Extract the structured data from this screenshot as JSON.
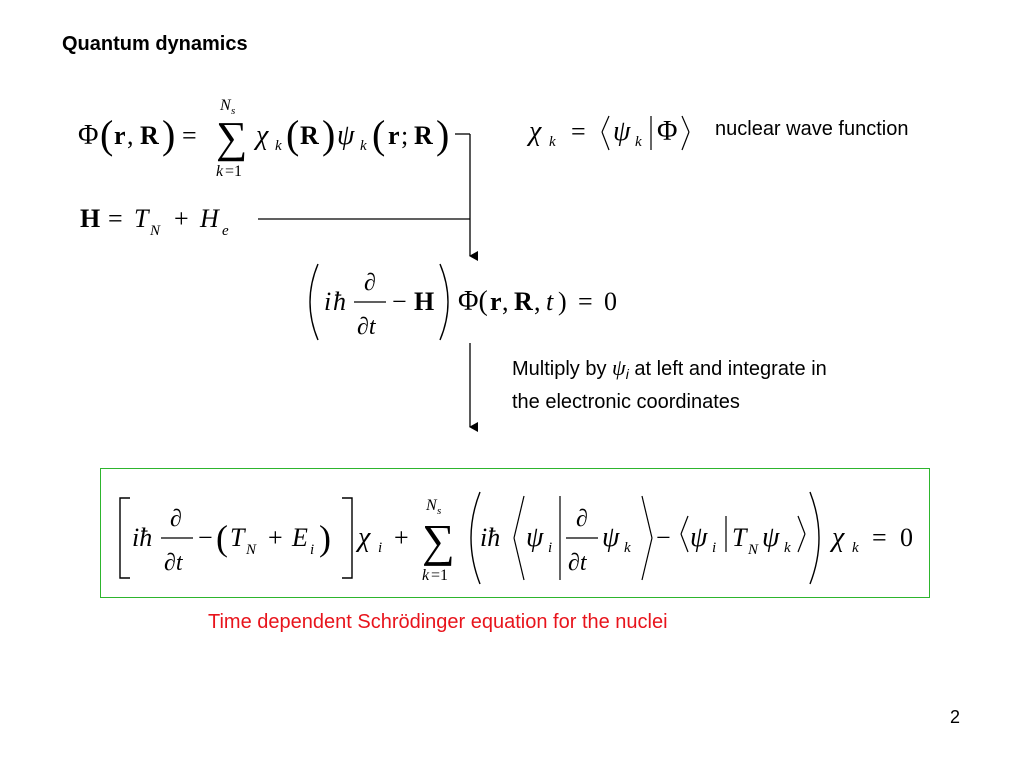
{
  "slide": {
    "title": "Quantum dynamics",
    "page_number": "2"
  },
  "annotations": {
    "nuclear_wave_function": "nuclear wave function",
    "multiply_prefix": "Multiply by",
    "multiply_symbol": "ψ",
    "multiply_subscript": "i",
    "multiply_line1_suffix": "at left and integrate in",
    "multiply_line2": "the electronic coordinates",
    "caption": "Time dependent Schrödinger equation for the nuclei"
  },
  "colors": {
    "box_border": "#2db52d",
    "caption": "#e8141c"
  }
}
